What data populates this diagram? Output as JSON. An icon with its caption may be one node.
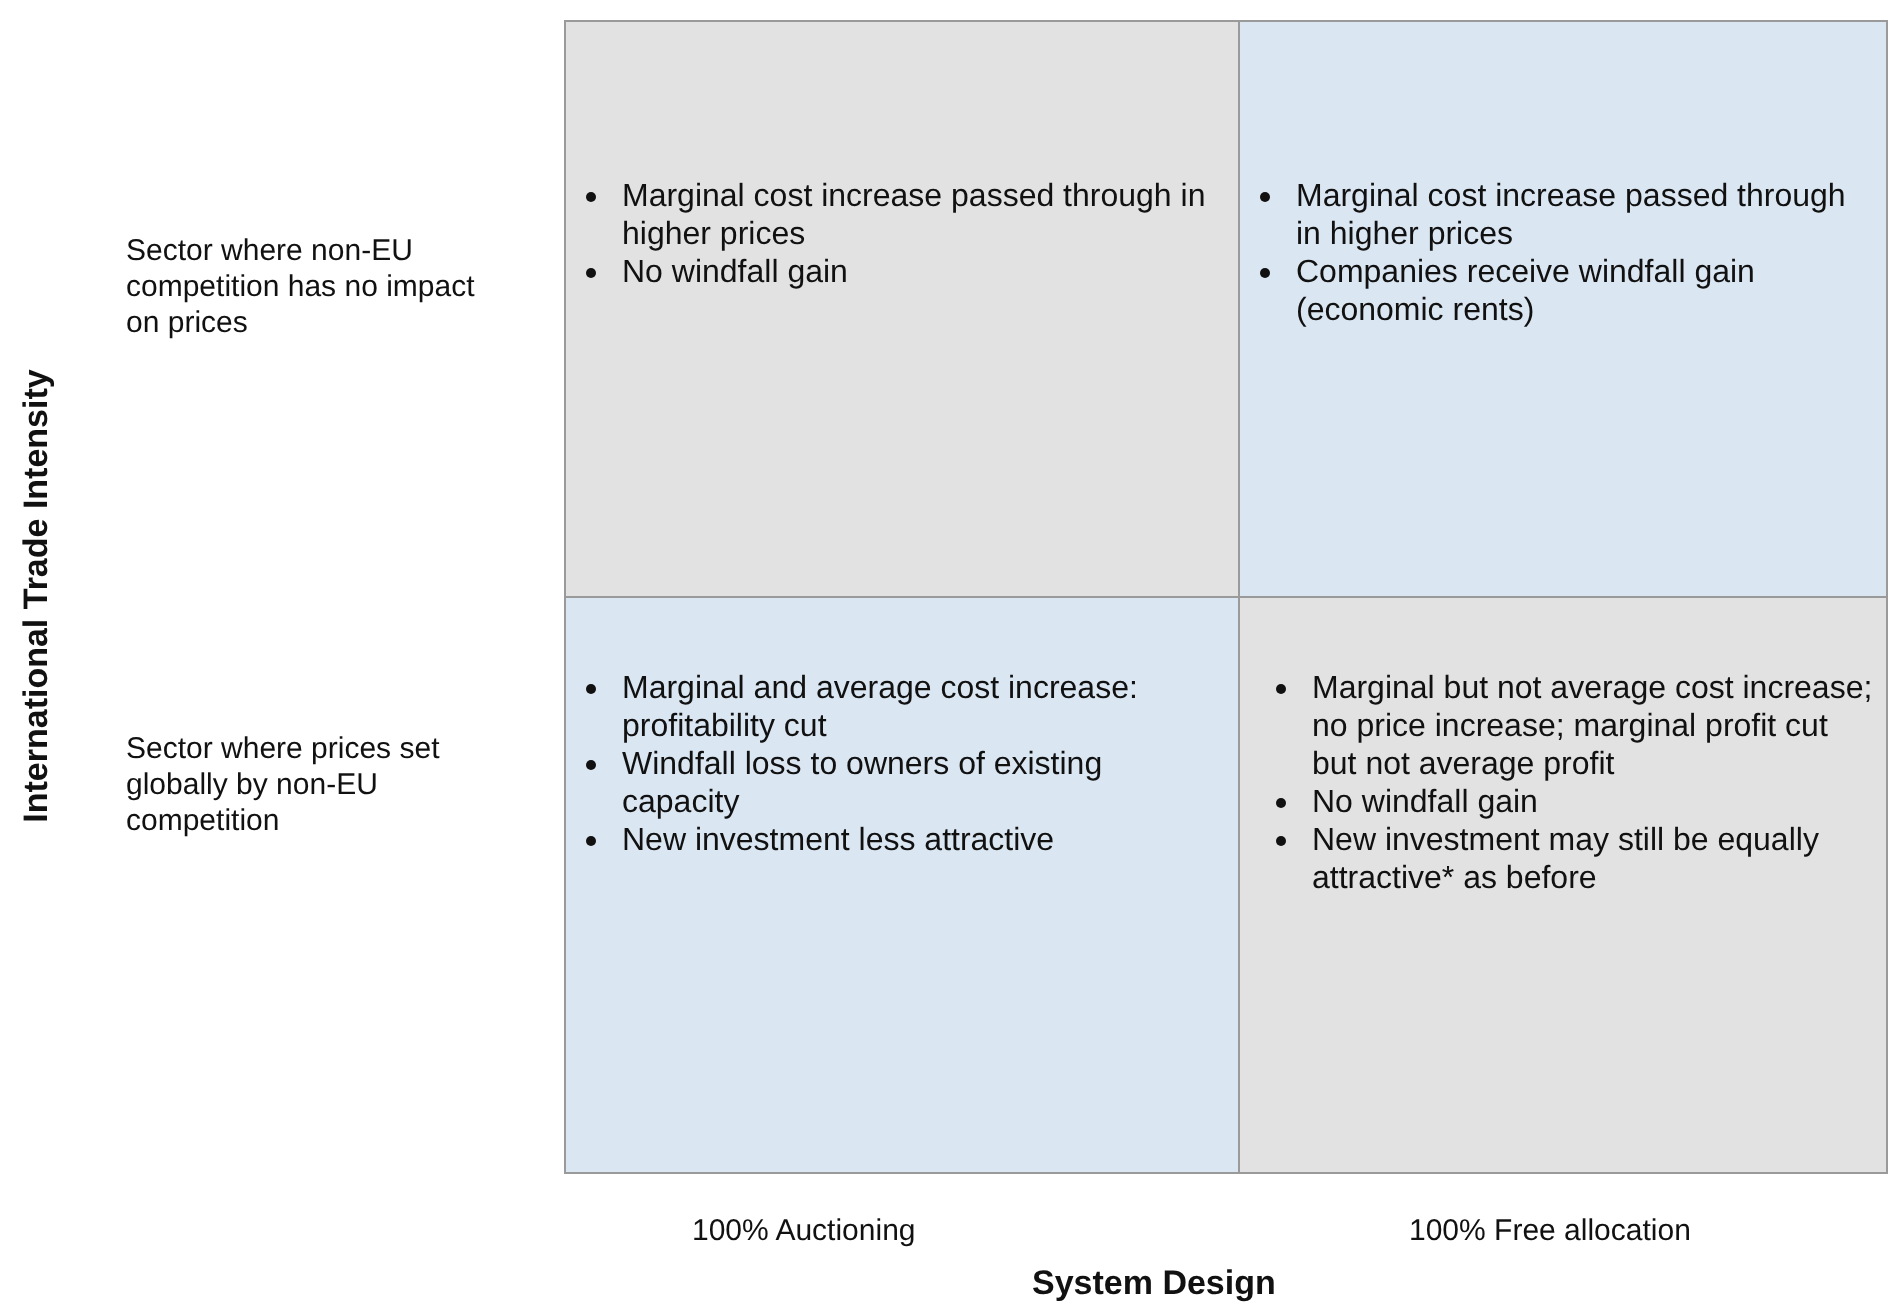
{
  "diagram": {
    "nodes": [
      {
        "text": [
          "Marginal cost increase passed through in higher prices",
          "No windfall gain"
        ]
      },
      {
        "text": [
          "Marginal cost increase passed through in higher prices",
          "Companies receive windfall gain (economic rents)"
        ]
      },
      {
        "text": [
          "Marginal and average cost increase: profitability cut",
          "Windfall loss to owners of existing capacity",
          "New investment less attractive"
        ]
      },
      {
        "text": [
          "Marginal but not average cost increase; no price increase; marginal profit cut but not average profit",
          "No windfall gain",
          "New investment may still be equally attractive* as before"
        ]
      }
    ],
    "labels": [
      "International Trade Intensity",
      "Sector where non-EU competition has no impact on prices",
      "Sector where prices set globally by non-EU competition",
      "100% Auctioning",
      "100% Free allocation",
      "System Design"
    ]
  }
}
